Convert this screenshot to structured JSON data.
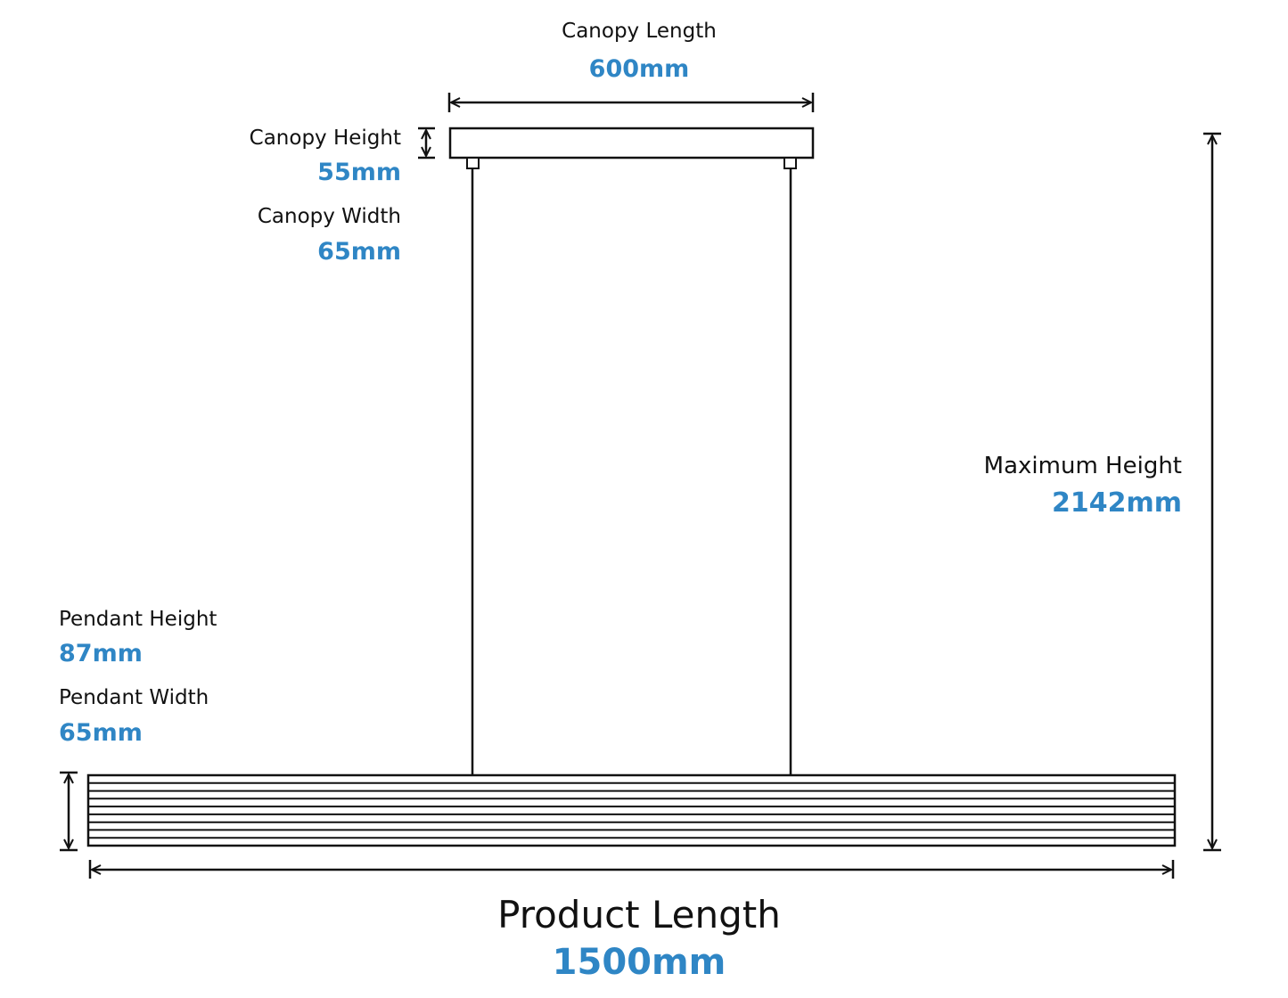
{
  "colors": {
    "accent": "#2f86c5",
    "line": "#111111"
  },
  "labels": {
    "canopy_length": {
      "name": "Canopy Length",
      "value": "600mm"
    },
    "canopy_height": {
      "name": "Canopy Height",
      "value": "55mm"
    },
    "canopy_width": {
      "name": "Canopy Width",
      "value": "65mm"
    },
    "maximum_height": {
      "name": "Maximum Height",
      "value": "2142mm"
    },
    "pendant_height": {
      "name": "Pendant Height",
      "value": "87mm"
    },
    "pendant_width": {
      "name": "Pendant Width",
      "value": "65mm"
    },
    "product_length": {
      "name": "Product Length",
      "value": "1500mm"
    }
  }
}
